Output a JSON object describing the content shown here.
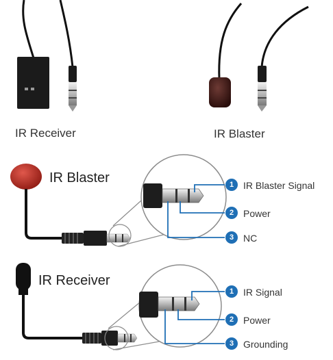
{
  "photos": {
    "receiver_caption": "IR Receiver",
    "blaster_caption": "IR Blaster"
  },
  "diagrams": [
    {
      "title": "IR Blaster",
      "pins": [
        {
          "number": "1",
          "label": "IR Blaster Signal"
        },
        {
          "number": "2",
          "label": "Power"
        },
        {
          "number": "3",
          "label": "NC"
        }
      ]
    },
    {
      "title": "IR Receiver",
      "pins": [
        {
          "number": "1",
          "label": "IR Signal"
        },
        {
          "number": "2",
          "label": "Power"
        },
        {
          "number": "3",
          "label": "Grounding"
        }
      ]
    }
  ],
  "colors": {
    "pin_blue": "#1f6fb5",
    "blaster_red": "#b0261c",
    "cable_black": "#111111",
    "circle_gray": "#8c8c8c"
  },
  "icons": [
    "ir-receiver-photo",
    "ir-blaster-photo",
    "ir-blaster-head-icon",
    "ir-receiver-head-icon",
    "stereo-jack-icon"
  ]
}
